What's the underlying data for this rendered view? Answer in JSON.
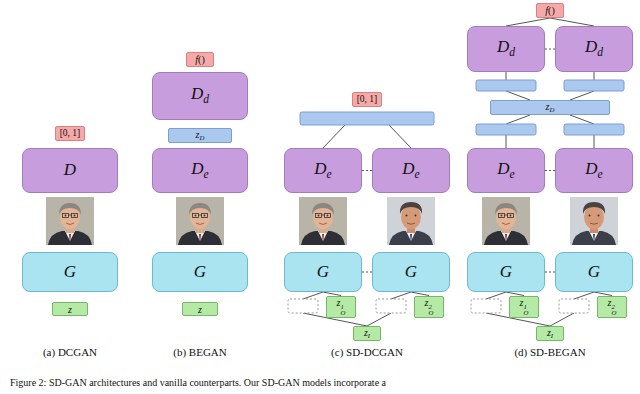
{
  "diagram": {
    "caption": "Figure 2: SD-GAN architectures and vanilla counterparts. Our SD-GAN models incorporate a",
    "nodes": [
      {
        "text": [
          "[0, 1]"
        ]
      },
      {
        "text": [
          "D"
        ]
      },
      {
        "text": [
          "G"
        ]
      },
      {
        "text": [
          "z"
        ]
      },
      {
        "text": [
          "f()"
        ]
      },
      {
        "text": [
          "Dd"
        ]
      },
      {
        "text": [
          "zD"
        ]
      },
      {
        "text": [
          "De"
        ]
      },
      {
        "text": [
          "G"
        ]
      },
      {
        "text": [
          "z"
        ]
      },
      {
        "text": [
          "[0, 1]"
        ]
      },
      {
        "text": [
          "De"
        ]
      },
      {
        "text": [
          "De"
        ]
      },
      {
        "text": [
          "G"
        ]
      },
      {
        "text": [
          "G"
        ]
      },
      {
        "text": [
          "zO1"
        ]
      },
      {
        "text": [
          "zO2"
        ]
      },
      {
        "text": [
          "zI"
        ]
      },
      {
        "text": [
          "f()"
        ]
      },
      {
        "text": [
          "Dd"
        ]
      },
      {
        "text": [
          "Dd"
        ]
      },
      {
        "text": [
          "zD"
        ]
      },
      {
        "text": [
          "De"
        ]
      },
      {
        "text": [
          "De"
        ]
      },
      {
        "text": [
          "G"
        ]
      },
      {
        "text": [
          "G"
        ]
      },
      {
        "text": [
          "zO1"
        ]
      },
      {
        "text": [
          "zO2"
        ]
      },
      {
        "text": [
          "zI"
        ]
      }
    ],
    "edges": [
      {
        "from": 15,
        "to": 13,
        "arrow": "none"
      },
      {
        "from": 16,
        "to": 14,
        "arrow": "none"
      },
      {
        "from": 11,
        "to": 12,
        "arrow": "none"
      },
      {
        "from": 13,
        "to": 14,
        "arrow": "none"
      },
      {
        "from": 19,
        "to": 18,
        "arrow": "none"
      },
      {
        "from": 20,
        "to": 18,
        "arrow": "none"
      },
      {
        "from": 19,
        "to": 20,
        "arrow": "none"
      },
      {
        "from": 22,
        "to": 23,
        "arrow": "none"
      },
      {
        "from": 24,
        "to": 25,
        "arrow": "none"
      },
      {
        "from": 26,
        "to": 24,
        "arrow": "none"
      },
      {
        "from": 27,
        "to": 25,
        "arrow": "none"
      }
    ],
    "labels": [
      "(a) DCGAN",
      "(b) BEGAN",
      "(c) SD-DCGAN",
      "(d) SD-BEGAN"
    ]
  }
}
